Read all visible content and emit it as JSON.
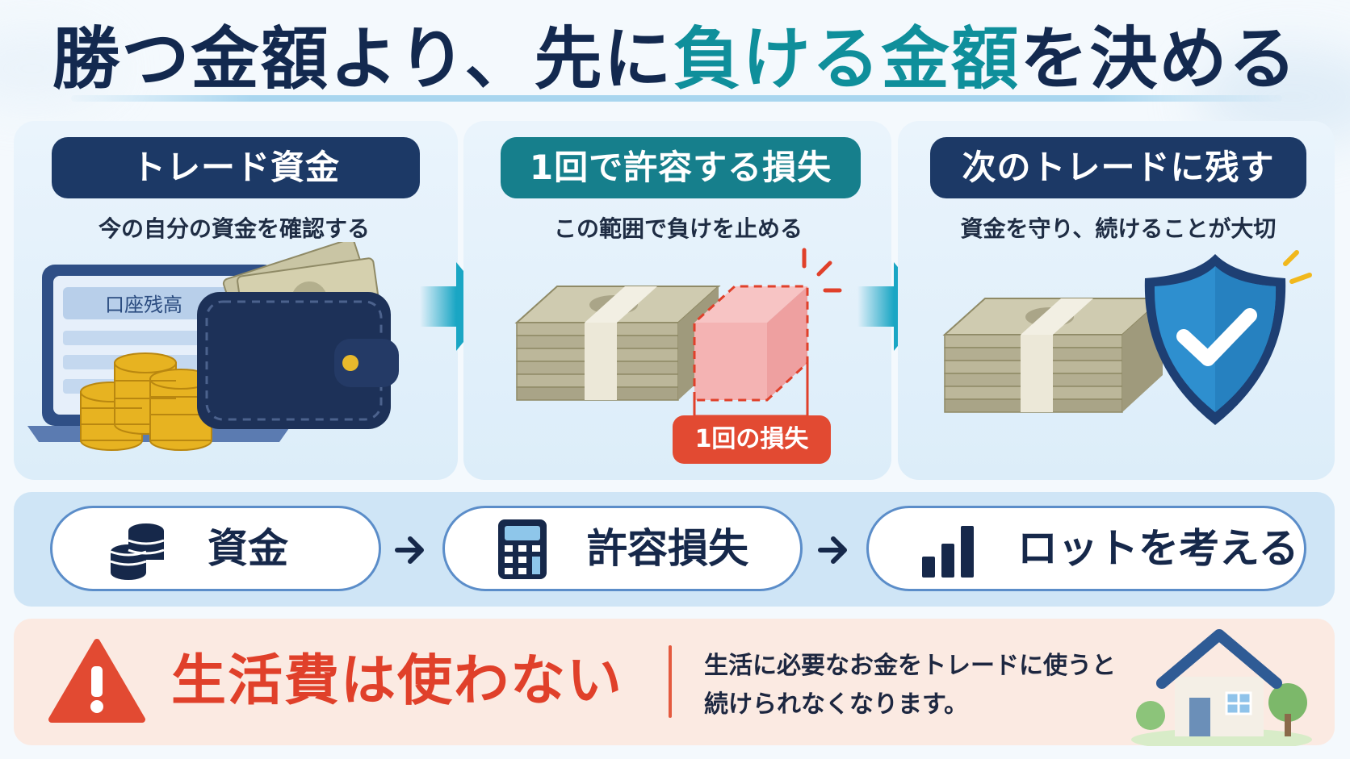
{
  "title": {
    "part1": "勝つ金額より、先に",
    "accent": "負ける金額",
    "part2": "を決める"
  },
  "steps": [
    {
      "heading": "トレード資金",
      "description": "今の自分の資金を確認する",
      "screen_label": "口座残高"
    },
    {
      "heading": "1回で許容する損失",
      "description": "この範囲で負けを止める",
      "loss_tag": "1回の損失"
    },
    {
      "heading": "次のトレードに残す",
      "description": "資金を守り、続けることが大切"
    }
  ],
  "flow": [
    {
      "label": "資金",
      "icon": "coins-icon"
    },
    {
      "label": "許容損失",
      "icon": "calculator-icon"
    },
    {
      "label": "ロットを考える",
      "icon": "bar-chart-icon"
    }
  ],
  "warning": {
    "title": "生活費は使わない",
    "line1": "生活に必要なお金をトレードに使うと",
    "line2": "続けられなくなります。"
  },
  "colors": {
    "navy": "#1c3966",
    "teal": "#167f8c",
    "warning_red": "#e0402a",
    "arrow_cyan": "#1aa6c4"
  }
}
